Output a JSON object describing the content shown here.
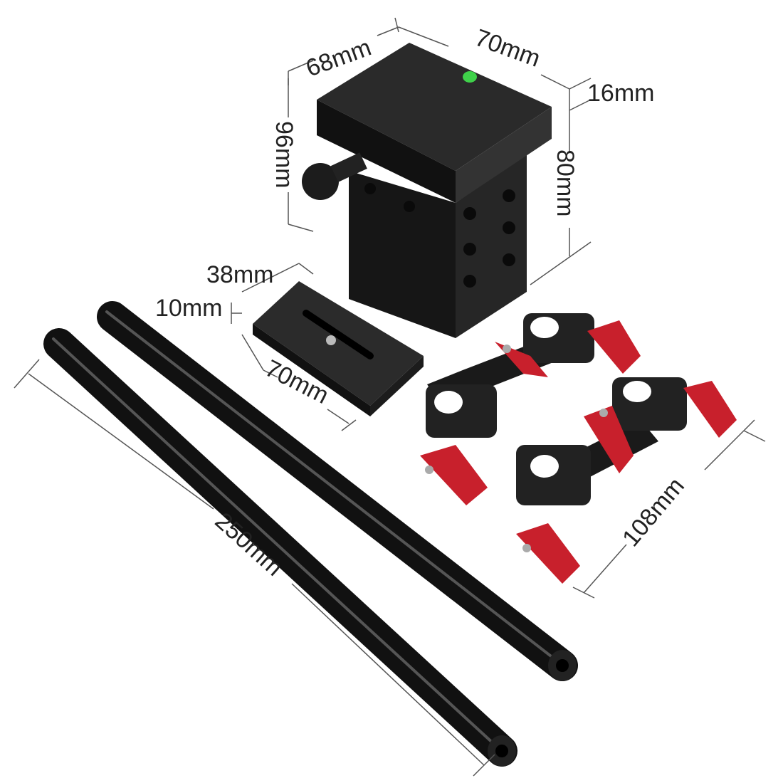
{
  "dimensions": {
    "base_depth": "68mm",
    "base_width": "70mm",
    "base_top_height": "16mm",
    "base_height": "96mm",
    "base_body_height": "80mm",
    "plate_width": "38mm",
    "plate_thickness": "10mm",
    "plate_length": "70mm",
    "rod_length": "250mm",
    "clamp_length": "108mm"
  },
  "colors": {
    "metal": "#1a1a1a",
    "lever": "#c8202c",
    "bubble_level": "#3fd14a"
  }
}
